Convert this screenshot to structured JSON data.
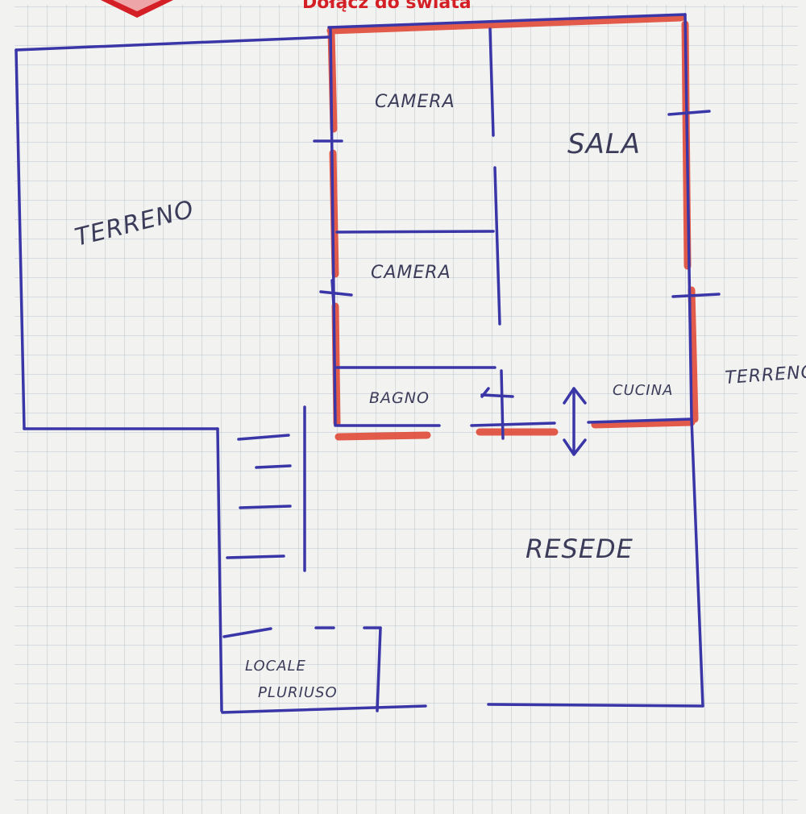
{
  "header": {
    "partial_text": "Dołącz do świata"
  },
  "rooms": [
    {
      "id": "camera-1",
      "label": "CAMERA"
    },
    {
      "id": "sala",
      "label": "SALA"
    },
    {
      "id": "camera-2",
      "label": "CAMERA"
    },
    {
      "id": "bagno",
      "label": "BAGNO"
    },
    {
      "id": "cucina",
      "label": "CUCINA"
    },
    {
      "id": "resede",
      "label": "RESEDE"
    },
    {
      "id": "locale",
      "label": "LOCALE"
    },
    {
      "id": "pluriuso",
      "label": "PLURIUSO"
    }
  ],
  "outside": [
    {
      "id": "terreno-left",
      "label": "TERRENO"
    },
    {
      "id": "terreno-right",
      "label": "TERRENO"
    }
  ],
  "colors": {
    "paper": "#f2f3f0",
    "grid": "#b9c3cf",
    "ink_blue": "#3a36a8",
    "ink_red": "#e0412e",
    "pencil": "#3c3c5a",
    "brand_red": "#d41f26"
  }
}
